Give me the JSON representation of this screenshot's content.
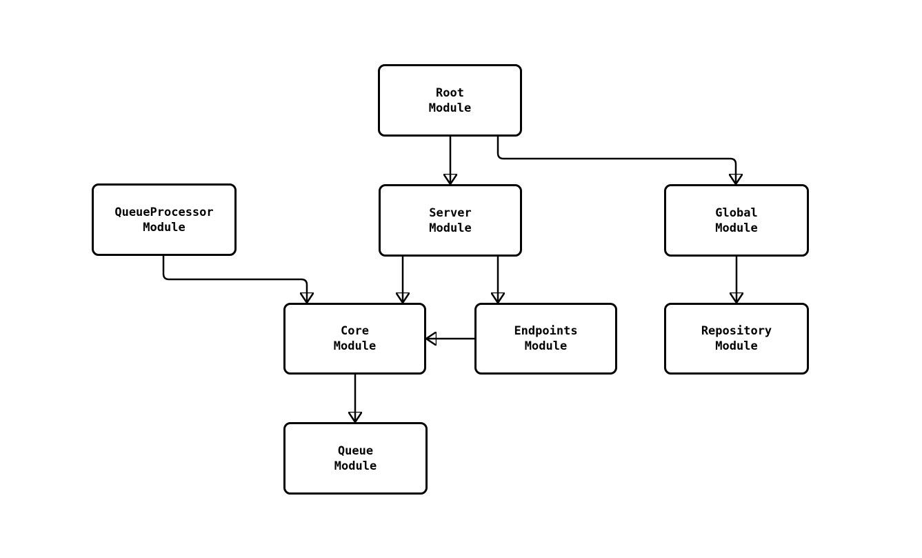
{
  "diagram": {
    "type": "flowchart",
    "background_color": "#ffffff",
    "stroke_color": "#000000",
    "node_fill_color": "#ffffff",
    "text_color": "#000000",
    "nodes": [
      {
        "id": "root",
        "line1": "Root",
        "line2": "Module"
      },
      {
        "id": "queueprocessor",
        "line1": "QueueProcessor",
        "line2": "Module"
      },
      {
        "id": "server",
        "line1": "Server",
        "line2": "Module"
      },
      {
        "id": "global",
        "line1": "Global",
        "line2": "Module"
      },
      {
        "id": "core",
        "line1": "Core",
        "line2": "Module"
      },
      {
        "id": "endpoints",
        "line1": "Endpoints",
        "line2": "Module"
      },
      {
        "id": "repository",
        "line1": "Repository",
        "line2": "Module"
      },
      {
        "id": "queue",
        "line1": "Queue",
        "line2": "Module"
      }
    ],
    "edges": [
      {
        "from": "Root Module",
        "to": "Server Module"
      },
      {
        "from": "Root Module",
        "to": "Global Module"
      },
      {
        "from": "QueueProcessor Module",
        "to": "Core Module"
      },
      {
        "from": "Server Module",
        "to": "Core Module"
      },
      {
        "from": "Server Module",
        "to": "Endpoints Module"
      },
      {
        "from": "Endpoints Module",
        "to": "Core Module"
      },
      {
        "from": "Global Module",
        "to": "Repository Module"
      },
      {
        "from": "Core Module",
        "to": "Queue Module"
      }
    ]
  }
}
